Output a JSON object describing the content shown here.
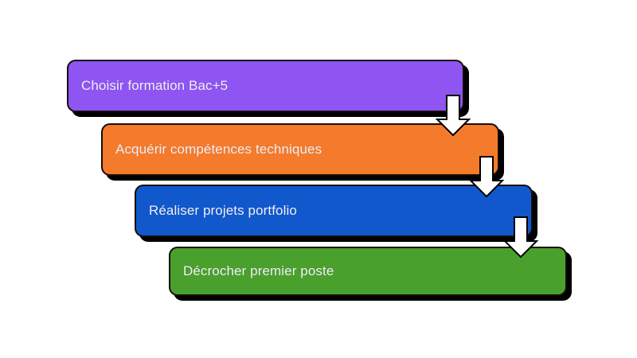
{
  "diagram": {
    "type": "cascading-process-flow",
    "background_color": "#ffffff",
    "title": "",
    "steps": [
      {
        "index": 1,
        "label": "Choisir formation Bac+5",
        "color": "#8E55F2",
        "text_color": "#f2eef8",
        "border_color": "#170d06",
        "shadow_color": "#000000"
      },
      {
        "index": 2,
        "label": "Acquérir compétences techniques",
        "color": "#F47B2B",
        "text_color": "#f2eef8",
        "border_color": "#170d06",
        "shadow_color": "#000000"
      },
      {
        "index": 3,
        "label": "Réaliser projets portfolio",
        "color": "#1058CC",
        "text_color": "#f2eef8",
        "border_color": "#170d06",
        "shadow_color": "#000000"
      },
      {
        "index": 4,
        "label": "Décrocher premier poste",
        "color": "#4AA02C",
        "text_color": "#f2eef8",
        "border_color": "#170d06",
        "shadow_color": "#000000"
      }
    ],
    "connectors": [
      {
        "index": 1,
        "icon": "arrow-down-icon",
        "from_step": 1,
        "to_step": 2,
        "fill": "#ffffff",
        "stroke": "#000000"
      },
      {
        "index": 2,
        "icon": "arrow-down-icon",
        "from_step": 2,
        "to_step": 3,
        "fill": "#ffffff",
        "stroke": "#000000"
      },
      {
        "index": 3,
        "icon": "arrow-down-icon",
        "from_step": 3,
        "to_step": 4,
        "fill": "#ffffff",
        "stroke": "#000000"
      }
    ]
  }
}
